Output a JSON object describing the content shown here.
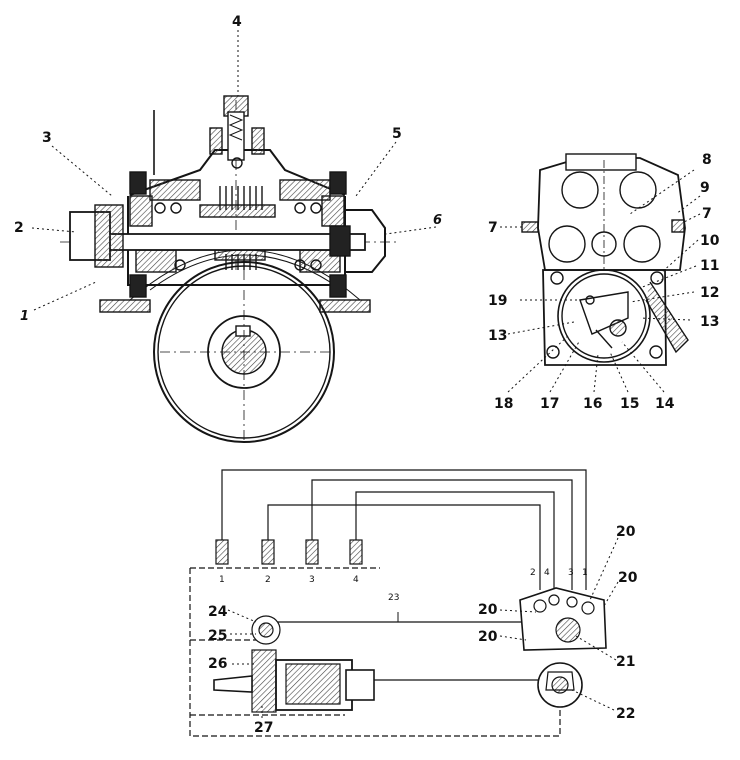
{
  "colors": {
    "ink": "#151515",
    "paper": "#ffffff",
    "hatch": "#555555"
  },
  "drawing_1": {
    "callouts": [
      {
        "id": "c4",
        "text": "4"
      },
      {
        "id": "c3",
        "text": "3"
      },
      {
        "id": "c5",
        "text": "5"
      },
      {
        "id": "c2",
        "text": "2"
      },
      {
        "id": "c6",
        "text": "6"
      },
      {
        "id": "c1",
        "text": "1"
      }
    ]
  },
  "drawing_2": {
    "callouts": [
      {
        "id": "c8",
        "text": "8"
      },
      {
        "id": "c9",
        "text": "9"
      },
      {
        "id": "c7a",
        "text": "7"
      },
      {
        "id": "c7b",
        "text": "7"
      },
      {
        "id": "c10",
        "text": "10"
      },
      {
        "id": "c11",
        "text": "11"
      },
      {
        "id": "c19",
        "text": "19"
      },
      {
        "id": "c12",
        "text": "12"
      },
      {
        "id": "c13a",
        "text": "13"
      },
      {
        "id": "c13b",
        "text": "13"
      },
      {
        "id": "c18",
        "text": "18"
      },
      {
        "id": "c17",
        "text": "17"
      },
      {
        "id": "c16",
        "text": "16"
      },
      {
        "id": "c15",
        "text": "15"
      },
      {
        "id": "c14",
        "text": "14"
      }
    ]
  },
  "drawing_3": {
    "plugs": [
      "1",
      "2",
      "3",
      "4"
    ],
    "cap_terminals": [
      "2",
      "4",
      "3",
      "1"
    ],
    "callouts": [
      {
        "id": "c20a",
        "text": "20"
      },
      {
        "id": "c20b",
        "text": "20"
      },
      {
        "id": "c20c",
        "text": "20"
      },
      {
        "id": "c20d",
        "text": "20"
      },
      {
        "id": "c21",
        "text": "21"
      },
      {
        "id": "c22",
        "text": "22"
      },
      {
        "id": "c23",
        "text": "23"
      },
      {
        "id": "c24",
        "text": "24"
      },
      {
        "id": "c25",
        "text": "25"
      },
      {
        "id": "c26",
        "text": "26"
      },
      {
        "id": "c27",
        "text": "27"
      }
    ]
  }
}
